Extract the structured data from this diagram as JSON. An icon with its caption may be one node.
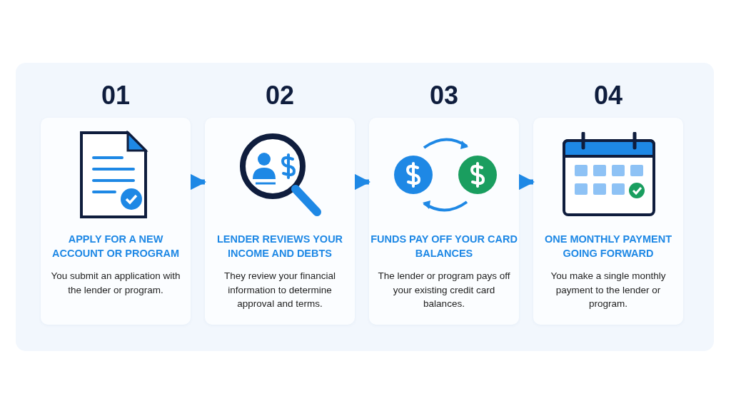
{
  "diagram": {
    "nodes": [
      {
        "text": [
          "01",
          "APPLY FOR A NEW ACCOUNT OR PROGRAM",
          "You submit an application with the lender or program."
        ]
      },
      {
        "text": [
          "02",
          "LENDER REVIEWS YOUR INCOME AND DEBTS",
          "They review your financial information to determine approval and terms."
        ]
      },
      {
        "text": [
          "03",
          "FUNDS PAY OFF YOUR CARD BALANCES",
          "The lender or program pays off your existing credit card balances."
        ]
      },
      {
        "text": [
          "04",
          "ONE MONTHLY PAYMENT GOING FORWARD",
          "You make a single monthly payment to the lender or program."
        ]
      }
    ],
    "edges": [
      {
        "from": 0,
        "to": 1,
        "arrow": "to"
      },
      {
        "from": 1,
        "to": 2,
        "arrow": "to"
      },
      {
        "from": 2,
        "to": 3,
        "arrow": "to"
      }
    ]
  }
}
